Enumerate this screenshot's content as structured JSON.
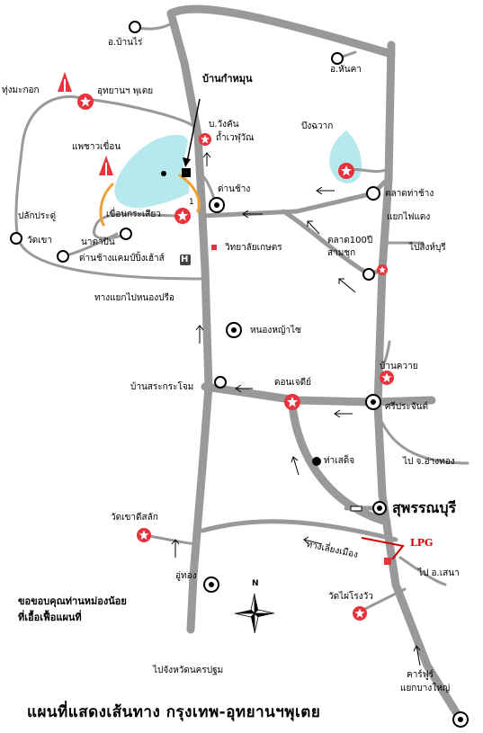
{
  "title": "แผนที่แสดงเส้นทาง กรุงเทพ-อุทยานฯพุเตย",
  "thanks": [
    "ขอขอบคุณท่านหม่องน้อย",
    "ที่เอื้อเฟื้อแผนที่"
  ],
  "compass_label": "N",
  "labels": {
    "ban_rai": "อ.บ้านไร่",
    "hankha": "อ.หันคา",
    "ban_kamhum": "บ้านกำหมุน",
    "phu_toei": "อุทยานฯ พุเตย",
    "thung_makok": "ทุ่งมะกอก",
    "wang_khan": "บ.วังคัน",
    "tham_wewarun": "ถ้ำเวฬุวัณ",
    "bueng_chawak": "บึงฉวาก",
    "phae_khuean": "แพชาวเขื่อน",
    "dan_chang": "ด่านช้าง",
    "talad_thachang": "ตลาดท่าช้าง",
    "yaek_faidaeng": "แยกไฟแดง",
    "plak_pratu": "ปลักประดู่",
    "khuean_krasiao": "เขื่อนกระเสียว",
    "wat_khao": "วัดเขา",
    "nadaeng": "นาตาปัน",
    "dan_chang_camp": "ด่านช้างแคมป์ปิ้งเฮ้าส์",
    "kaset_college": "วิทยาลัยเกษตร",
    "talad_100": "ตลาด100ปี",
    "sam_chuk": "สามชุก",
    "to_singburi": "ไปสิงห์บุรี",
    "yaek_nongpru": "ทางแยกไปหนองปรือ",
    "nong_ya_sai": "หนองหญ้าไซ",
    "ban_kwai": "บ้านควาย",
    "ban_sa_krachom": "บ้านสระกระโจม",
    "don_chedi": "ดอนเจดีย์",
    "si_prachan": "ศรีประจันต์",
    "to_angthong": "ไป จ.อ่างทอง",
    "tha_sadet": "ท่าเสด็จ",
    "suphanburi": "สุพรรณบุรี",
    "wat_khao_di_salak": "วัดเขาดีสลัก",
    "lpg": "LPG",
    "bypass": "ทางเลี่ยงเมือง",
    "u_thong": "อู่ทอง",
    "to_sena": "ไป อ.เสนา",
    "wat_pai_rong_wua": "วัดไผ่โรงวัว",
    "to_nakhon_pathom": "ไปจังหวัดนครปฐม",
    "carrefour": "คาร์ฟูร์",
    "yaek_bangyai": "แยกบางใหญ่",
    "hospital_sign": "H",
    "route_num": "1"
  },
  "colors": {
    "road": "#999999",
    "reservoir": "#b6e9ee",
    "star": "#e8323c",
    "trail": "#f0a030",
    "lpg_line": "#cc0000"
  }
}
